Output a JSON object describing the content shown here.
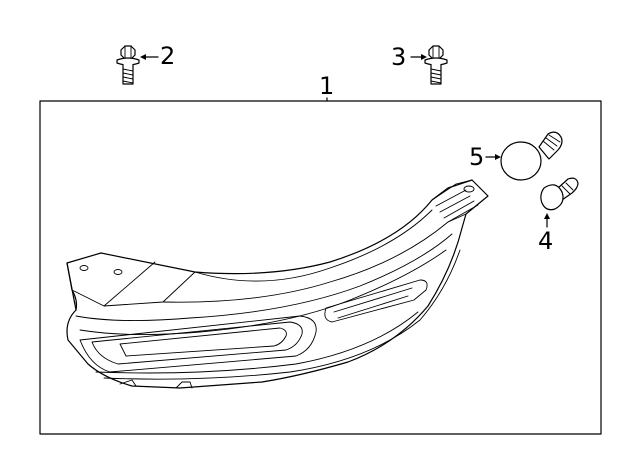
{
  "callouts": {
    "housing": "1",
    "bolt_left": "2",
    "bolt_right": "3",
    "small_bulb": "4",
    "large_bulb": "5"
  }
}
